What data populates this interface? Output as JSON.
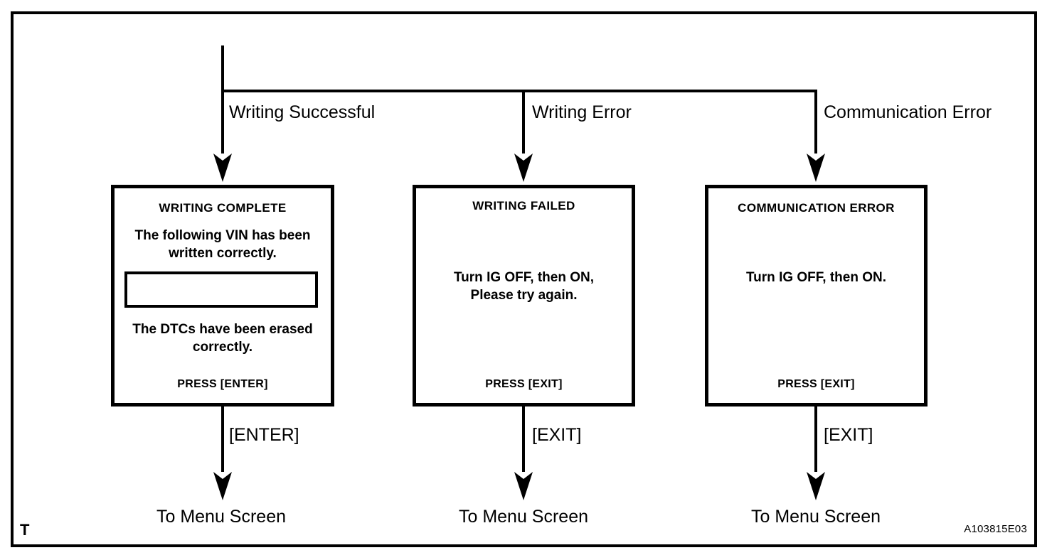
{
  "figure": {
    "corner_mark": "T",
    "id_code": "A103815E03"
  },
  "branches": [
    {
      "label": "Writing Successful",
      "screen": {
        "title": "WRITING COMPLETE",
        "body_top": "The following VIN has been\nwritten correctly.",
        "vin_value": "",
        "body_bottom": "The DTCs have been erased\ncorrectly.",
        "footer": "PRESS [ENTER]"
      },
      "key_label": "[ENTER]",
      "terminal": "To Menu Screen"
    },
    {
      "label": "Writing Error",
      "screen": {
        "title": "WRITING  FAILED",
        "body_top": "Turn IG OFF, then ON,\nPlease try again.",
        "footer": "PRESS [EXIT]"
      },
      "key_label": "[EXIT]",
      "terminal": "To Menu Screen"
    },
    {
      "label": "Communication Error",
      "screen": {
        "title": "COMMUNICATION ERROR",
        "body_top": "Turn IG OFF, then ON.",
        "footer": "PRESS [EXIT]"
      },
      "key_label": "[EXIT]",
      "terminal": "To Menu Screen"
    }
  ]
}
